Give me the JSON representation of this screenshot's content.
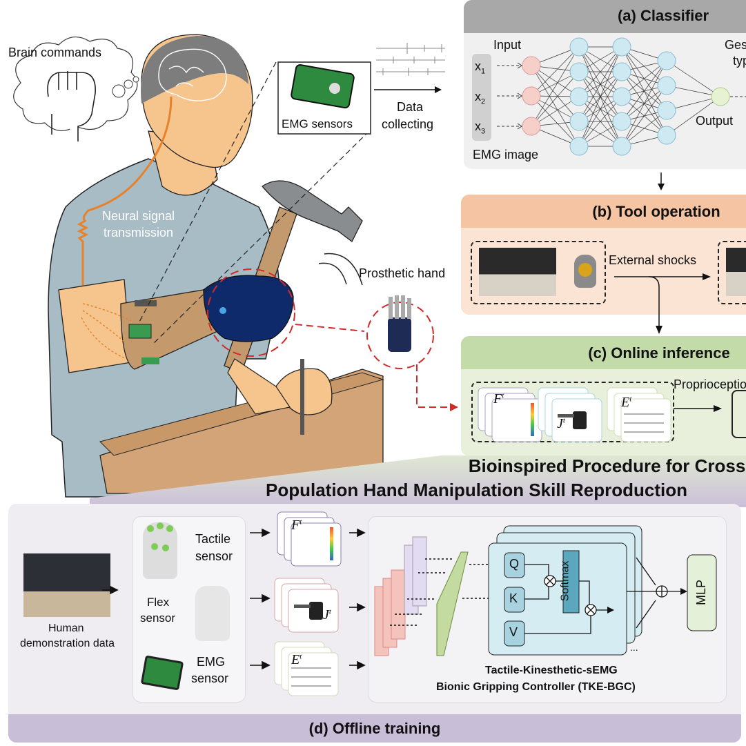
{
  "illustration": {
    "brain_commands": "Brain commands",
    "neural_signal": "Neural signal transmission",
    "neural_signal_line1": "Neural signal",
    "neural_signal_line2": "transmission",
    "emg_sensors": "EMG sensors",
    "data_collecting_line1": "Data",
    "data_collecting_line2": "collecting",
    "prosthetic_hand": "Prosthetic hand"
  },
  "panel_a": {
    "title": "(a)  Classifier",
    "input_label": "Input",
    "inputs": [
      "x",
      "x",
      "x"
    ],
    "input_subscripts": [
      "1",
      "2",
      "3"
    ],
    "emg_image": "EMG image",
    "output_label": "Output",
    "gesture_type_line1": "Gesture",
    "gesture_type_line2": "type",
    "color": "#a8a8a8"
  },
  "panel_b": {
    "title": "(b)  Tool operation",
    "external_shocks": "External shocks",
    "color": "#f5c5a3"
  },
  "panel_c": {
    "title": "(c)  Online inference",
    "proprioception": "Proprioception",
    "symbols": {
      "F": "F",
      "J": "J",
      "E": "E",
      "t": "t"
    },
    "color": "#c3dba8"
  },
  "main_title": {
    "line1": "Bioinspired Procedure for Cross-",
    "line2": "Population Hand Manipulation Skill Reproduction"
  },
  "panel_d": {
    "title": "(d)  Offline training",
    "human_demo_line1": "Human",
    "human_demo_line2": "demonstration data",
    "tactile_line1": "Tactile",
    "tactile_line2": "sensor",
    "flex_line1": "Flex",
    "flex_line2": "sensor",
    "emg_line1": "EMG",
    "emg_line2": "sensor",
    "q": "Q",
    "k": "K",
    "v": "V",
    "softmax": "Softmax",
    "mlp": "MLP",
    "ellipsis": "...",
    "controller_line1": "Tactile-Kinesthetic-sEMG",
    "controller_line2": "Bionic Gripping Controller (TKE-BGC)",
    "color": "#c9bed8"
  }
}
